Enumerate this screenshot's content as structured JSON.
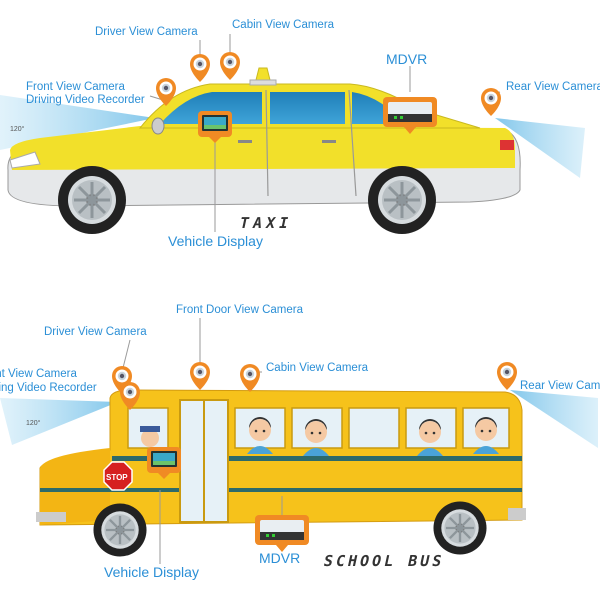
{
  "taxi": {
    "labels": {
      "driver_view_camera": "Driver View Camera",
      "cabin_view_camera": "Cabin View Camera",
      "mdvr": "MDVR",
      "front_view_camera": "Front View Camera",
      "driving_video_recorder": "Driving Video Recorder",
      "rear_view_camera": "Rear View Camera",
      "angle": "120°",
      "vehicle_display": "Vehicle Display"
    },
    "logo": "TAXI"
  },
  "bus": {
    "labels": {
      "front_door_view_camera": "Front Door View Camera",
      "driver_view_camera": "Driver View Camera",
      "front_view_camera": "Front View Camera",
      "driving_video_recorder": "Driving Video Recorder",
      "cabin_view_camera": "Cabin View Camera",
      "rear_view_camera": "Rear View Camera",
      "angle": "120°",
      "vehicle_display": "Vehicle Display",
      "mdvr": "MDVR"
    },
    "stop_sign": "STOP",
    "logo": "SCHOOL BUS"
  },
  "colors": {
    "label_blue": "#2b8fd6",
    "taxi_yellow": "#f2e02a",
    "bus_yellow": "#f6c21b",
    "pin_orange": "#f08a24",
    "beam_blue": "#9fd4ef"
  }
}
